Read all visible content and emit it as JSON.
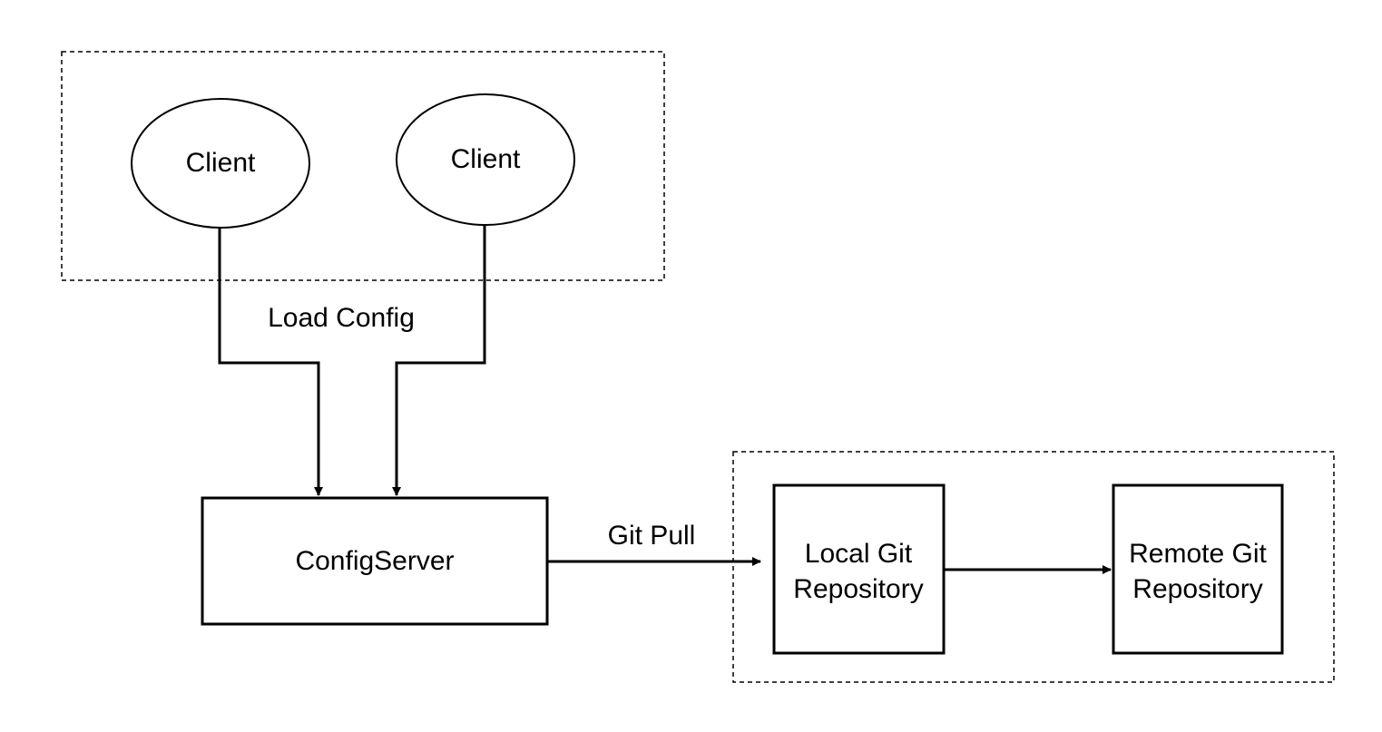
{
  "colors": {
    "stroke": "#000000",
    "background": "#ffffff"
  },
  "nodes": {
    "client_left": {
      "label": "Client"
    },
    "client_right": {
      "label": "Client"
    },
    "config_server": {
      "label": "ConfigServer"
    },
    "local_git_repo": {
      "label_line1": "Local Git",
      "label_line2": "Repository"
    },
    "remote_git_repo": {
      "label_line1": "Remote Git",
      "label_line2": "Repository"
    }
  },
  "edges": {
    "load_config": {
      "label": "Load Config"
    },
    "git_pull": {
      "label": "Git Pull"
    }
  }
}
